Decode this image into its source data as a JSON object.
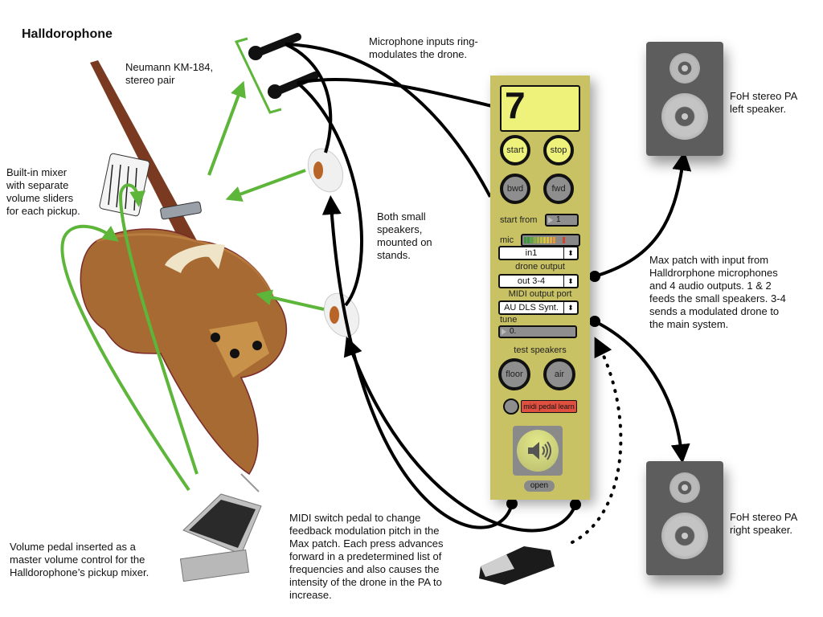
{
  "title": "Halldorophone",
  "annotations": {
    "mics": [
      "Neumann KM-184,",
      "stereo pair"
    ],
    "mixer": [
      "Built-in mixer",
      "with separate",
      "volume sliders",
      "for each pickup."
    ],
    "mic_inputs": [
      "Microphone inputs ring-",
      "modulates the drone."
    ],
    "small_speakers": [
      "Both small",
      "speakers,",
      "mounted on",
      "stands."
    ],
    "max_patch": [
      "Max patch with input from",
      "Halldrorphone microphones",
      "and 4 audio outputs. 1 & 2",
      "feeds the small speakers. 3-4",
      "sends a modulated drone to",
      "the main system."
    ],
    "pa_left": [
      "FoH stereo PA",
      "left speaker."
    ],
    "pa_right": [
      "FoH stereo PA",
      "right speaker."
    ],
    "volume_pedal": [
      "Volume pedal inserted as a",
      "master volume control for the",
      "Halldorophone’s pickup mixer."
    ],
    "midi_pedal": [
      "MIDI switch pedal to change",
      "feedback modulation pitch in the",
      "Max patch. Each press advances",
      "forward in a predetermined list of",
      "frequencies and also causes the",
      "intensity of the drone in the PA to",
      "increase."
    ]
  },
  "max_patch": {
    "display_value": "7",
    "start_label": "start",
    "stop_label": "stop",
    "bwd_label": "bwd",
    "fwd_label": "fwd",
    "start_from_label": "start from",
    "start_from_value": "1",
    "mic_label": "mic",
    "mic_input_selected": "in1",
    "drone_output_label": "drone output",
    "drone_output_selected": "out 3-4",
    "midi_port_label": "MIDI output port",
    "midi_port_selected": "AU DLS Synt.",
    "tune_label": "tune",
    "tune_value": "0.",
    "test_speakers_label": "test speakers",
    "floor_label": "floor",
    "air_label": "air",
    "midi_learn_label": "midi pedal learn",
    "open_label": "open",
    "dsp_icon": "speaker-volume-icon"
  },
  "colors": {
    "panel": "#c9c264",
    "display": "#eef27a",
    "learn_button": "#e05040",
    "arrow_green": "#5db53a",
    "pa_speaker": "#5d5d5d"
  }
}
